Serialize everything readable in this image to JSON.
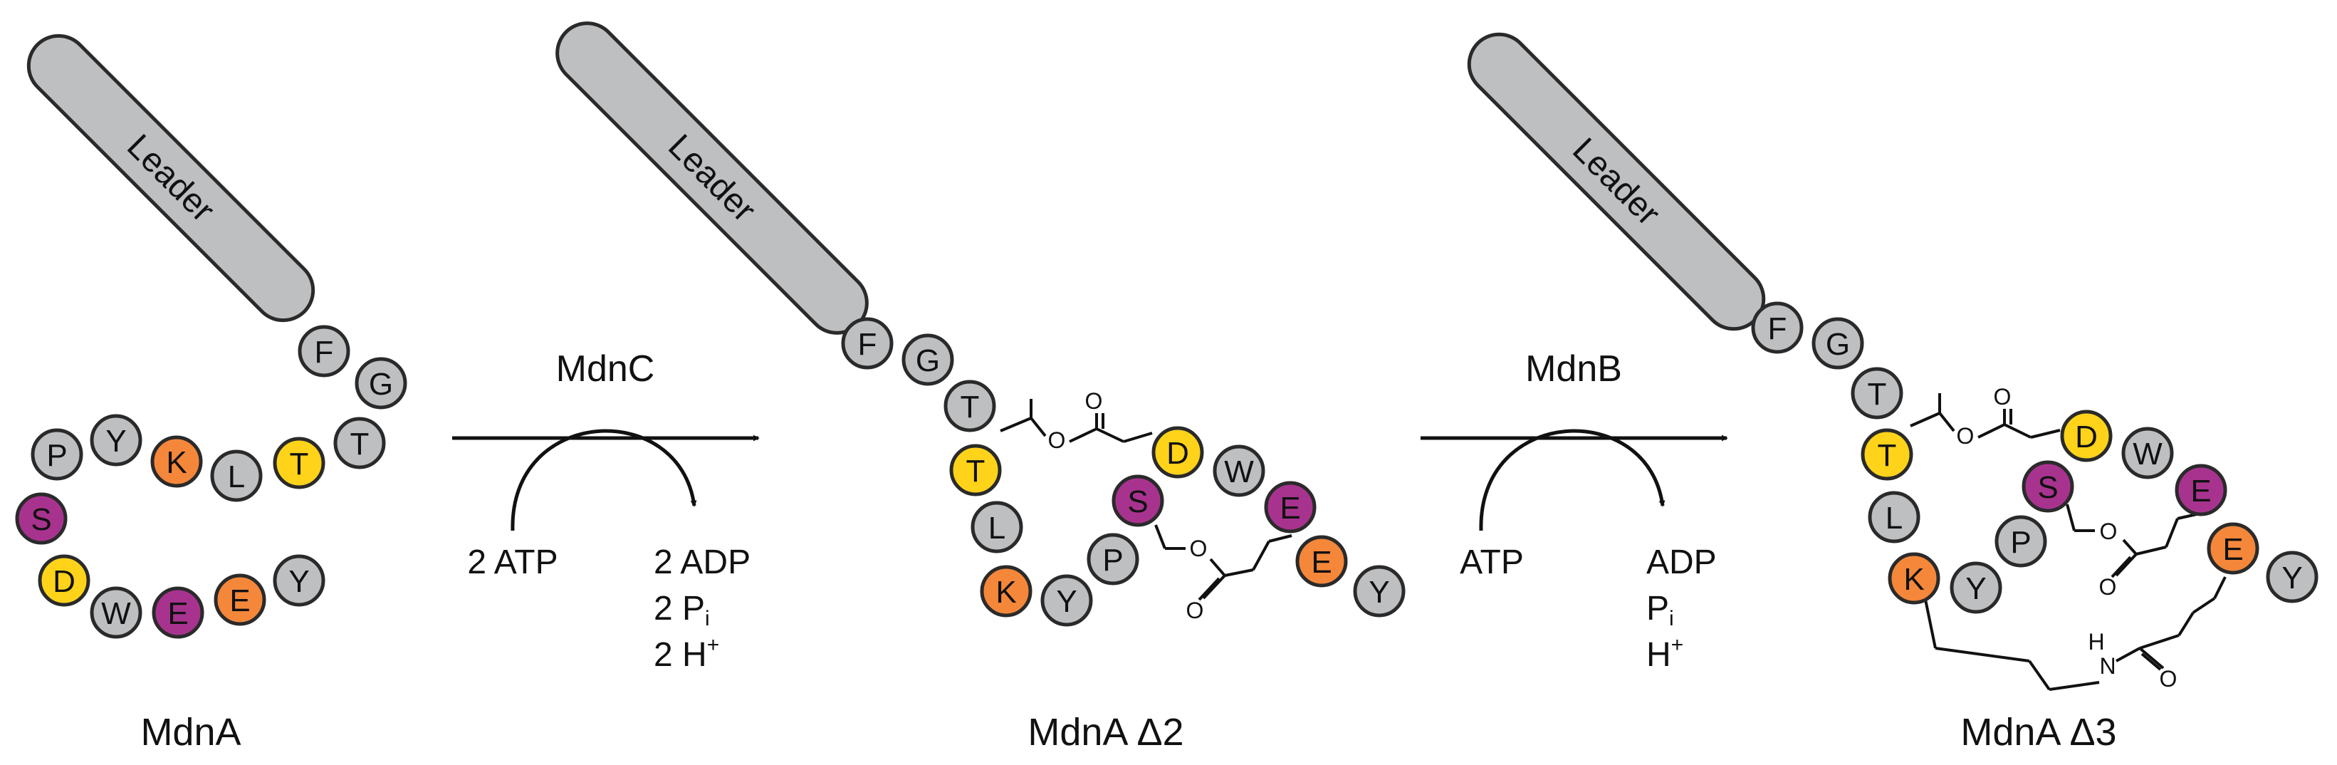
{
  "colors": {
    "gray": "#bdbfc1",
    "yellow": "#ffd31a",
    "orange": "#f5873a",
    "magenta": "#a8338f",
    "stroke": "#2a2a2a"
  },
  "leader_label": "Leader",
  "panels": [
    {
      "title": "MdnA",
      "residues": [
        {
          "letter": "F",
          "color": "gray"
        },
        {
          "letter": "G",
          "color": "gray"
        },
        {
          "letter": "T",
          "color": "gray"
        },
        {
          "letter": "T",
          "color": "yellow"
        },
        {
          "letter": "L",
          "color": "gray"
        },
        {
          "letter": "K",
          "color": "orange"
        },
        {
          "letter": "Y",
          "color": "gray"
        },
        {
          "letter": "P",
          "color": "gray"
        },
        {
          "letter": "S",
          "color": "magenta"
        },
        {
          "letter": "D",
          "color": "yellow"
        },
        {
          "letter": "W",
          "color": "gray"
        },
        {
          "letter": "E",
          "color": "magenta"
        },
        {
          "letter": "E",
          "color": "orange"
        },
        {
          "letter": "Y",
          "color": "gray"
        }
      ]
    },
    {
      "title": "MdnA Δ2",
      "residues": [
        {
          "letter": "F",
          "color": "gray"
        },
        {
          "letter": "G",
          "color": "gray"
        },
        {
          "letter": "T",
          "color": "gray"
        },
        {
          "letter": "T",
          "color": "yellow"
        },
        {
          "letter": "L",
          "color": "gray"
        },
        {
          "letter": "K",
          "color": "orange"
        },
        {
          "letter": "Y",
          "color": "gray"
        },
        {
          "letter": "P",
          "color": "gray"
        },
        {
          "letter": "S",
          "color": "magenta"
        },
        {
          "letter": "D",
          "color": "yellow"
        },
        {
          "letter": "W",
          "color": "gray"
        },
        {
          "letter": "E",
          "color": "magenta"
        },
        {
          "letter": "E",
          "color": "orange"
        },
        {
          "letter": "Y",
          "color": "gray"
        }
      ]
    },
    {
      "title": "MdnA Δ3",
      "residues": [
        {
          "letter": "F",
          "color": "gray"
        },
        {
          "letter": "G",
          "color": "gray"
        },
        {
          "letter": "T",
          "color": "gray"
        },
        {
          "letter": "T",
          "color": "yellow"
        },
        {
          "letter": "L",
          "color": "gray"
        },
        {
          "letter": "K",
          "color": "orange"
        },
        {
          "letter": "Y",
          "color": "gray"
        },
        {
          "letter": "P",
          "color": "gray"
        },
        {
          "letter": "S",
          "color": "magenta"
        },
        {
          "letter": "D",
          "color": "yellow"
        },
        {
          "letter": "W",
          "color": "gray"
        },
        {
          "letter": "E",
          "color": "magenta"
        },
        {
          "letter": "E",
          "color": "orange"
        },
        {
          "letter": "Y",
          "color": "gray"
        }
      ]
    }
  ],
  "reactions": [
    {
      "enzyme": "MdnC",
      "input": "2 ATP",
      "outputs": [
        {
          "prefix": "2 ADP",
          "sub": "",
          "sup": ""
        },
        {
          "prefix": "2 P",
          "sub": "i",
          "sup": ""
        },
        {
          "prefix": "2 H",
          "sub": "",
          "sup": "+"
        }
      ]
    },
    {
      "enzyme": "MdnB",
      "input": "ATP",
      "outputs": [
        {
          "prefix": "ADP",
          "sub": "",
          "sup": ""
        },
        {
          "prefix": "P",
          "sub": "i",
          "sup": ""
        },
        {
          "prefix": "H",
          "sub": "",
          "sup": "+"
        }
      ]
    }
  ],
  "atoms": {
    "oxygen": "O",
    "nitrogen": "N",
    "hydrogen": "H"
  }
}
